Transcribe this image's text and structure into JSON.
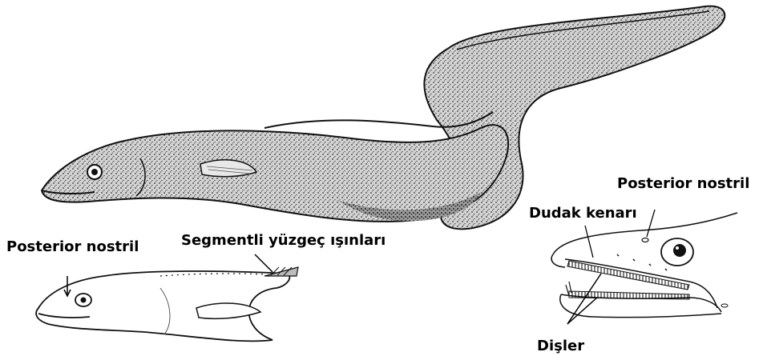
{
  "labels": {
    "posterior_nostril_left": "Posterior nostril",
    "segmented_fin_rays": "Segmentli yüzgeç ışınları",
    "lip_margin": "Dudak kenarı",
    "posterior_nostril_right": "Posterior nostril",
    "teeth": "Dişler"
  }
}
